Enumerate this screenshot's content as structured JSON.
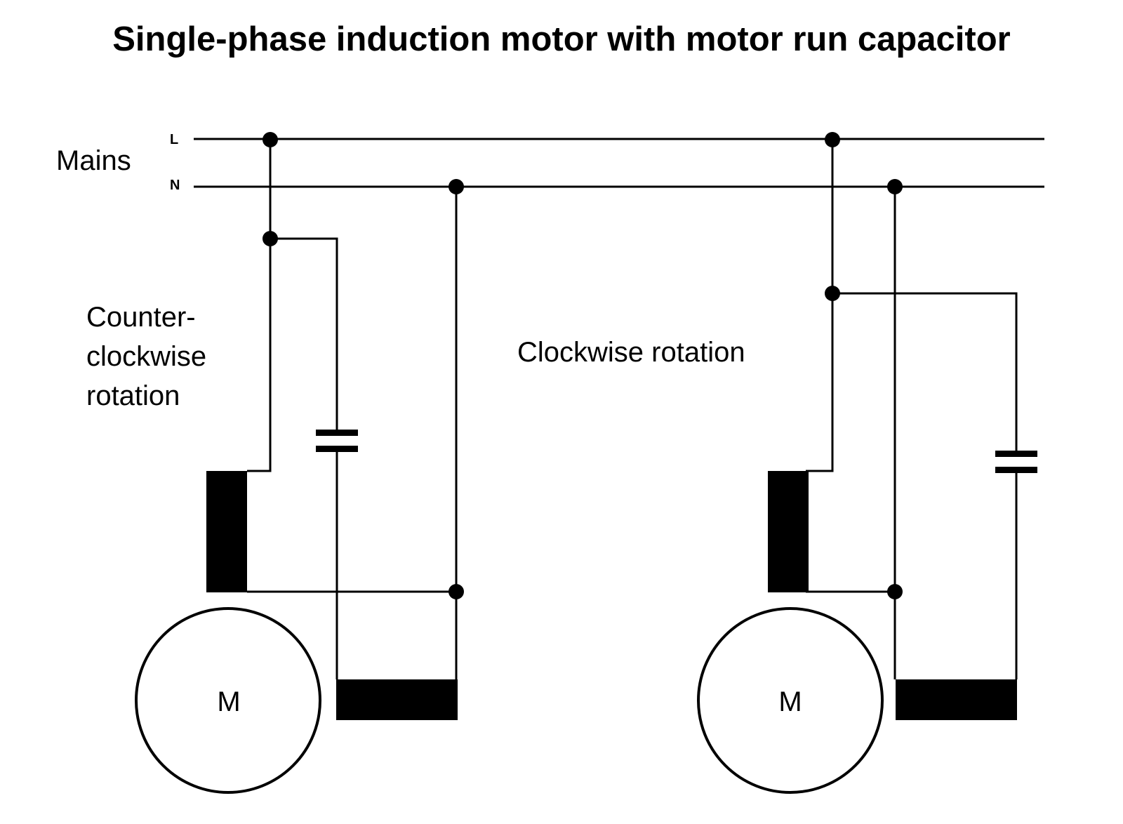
{
  "title": "Single-phase induction motor with motor run capacitor",
  "mains": {
    "label": "Mains",
    "line_label": "L",
    "neutral_label": "N"
  },
  "left_circuit": {
    "rotation_label": [
      "Counter-",
      "clockwise",
      "rotation"
    ],
    "motor_label": "M"
  },
  "right_circuit": {
    "rotation_label": "Clockwise rotation",
    "motor_label": "M"
  }
}
